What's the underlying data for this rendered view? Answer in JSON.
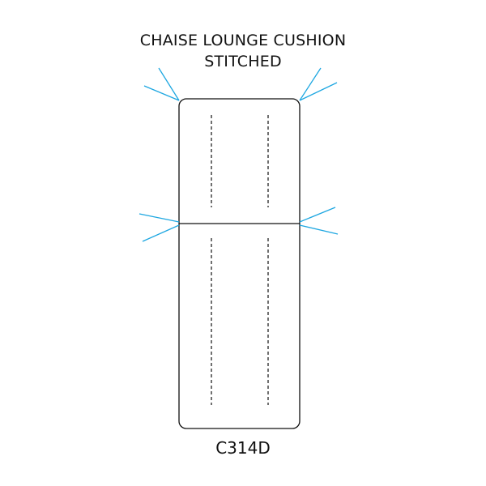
{
  "title": {
    "line1": "CHAISE LOUNGE CUSHION",
    "line2": "STITCHED"
  },
  "product_code": "C314D",
  "colors": {
    "outline": "#111111",
    "stitch": "#111111",
    "indicator": "#1ea7e1",
    "background": "#ffffff"
  }
}
